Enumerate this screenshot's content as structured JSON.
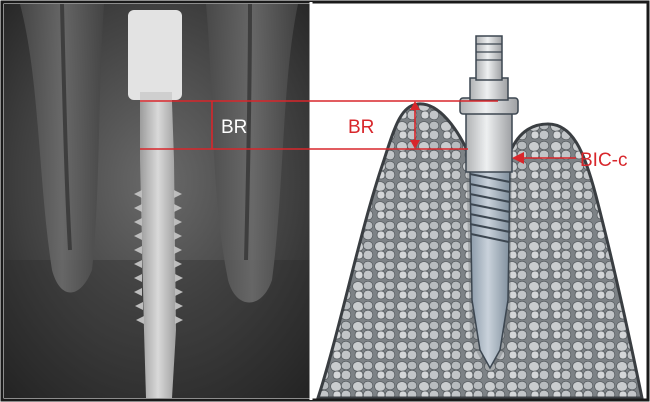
{
  "labels": {
    "br_left": "BR",
    "br_right": "BR",
    "bic": "BIC-c"
  },
  "colors": {
    "annotation_red": "#d8262b",
    "xray_dark": "#2a2a2a",
    "implant_metal": "#cfcfcf",
    "bone_fill": "#8f9396",
    "bone_edge": "#3a3e42",
    "diagram_background": "#ffffff"
  },
  "panels": {
    "left": "radiograph-of-dental-implant",
    "right": "schematic-implant-in-bone-cross-section"
  }
}
